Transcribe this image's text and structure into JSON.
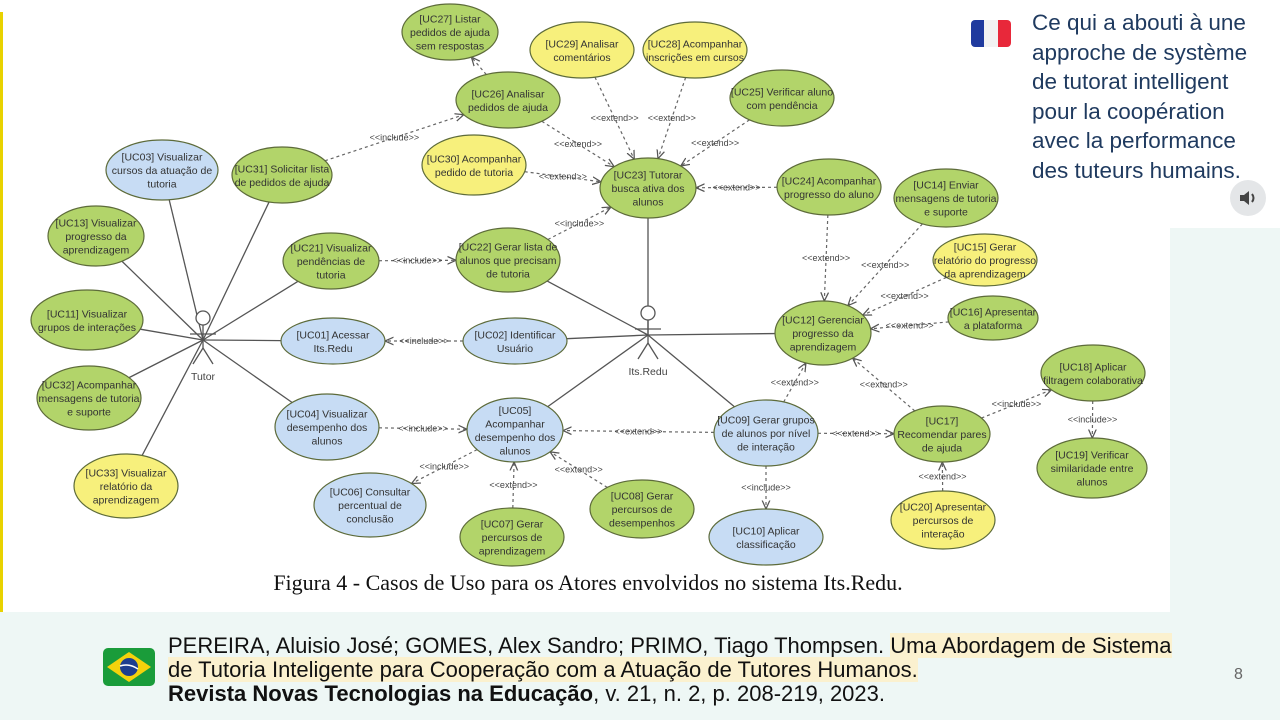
{
  "diagram": {
    "caption": "Figura 4 - Casos de Uso para os Atores envolvidos no sistema Its.Redu.",
    "colors": {
      "green": "#b2d46a",
      "yellow": "#f7f07c",
      "blue": "#c7dcf4",
      "stroke": "#5d6b3a",
      "line": "#555555"
    },
    "actors": [
      {
        "id": "tutor",
        "label": "Tutor"
      },
      {
        "id": "itsredu",
        "label": "Its.Redu"
      }
    ],
    "use_cases": [
      {
        "id": "UC27",
        "color": "green",
        "lines": [
          "[UC27] Listar",
          "pedidos de ajuda",
          "sem respostas"
        ]
      },
      {
        "id": "UC29",
        "color": "yellow",
        "lines": [
          "[UC29] Analisar",
          "comentários"
        ]
      },
      {
        "id": "UC28",
        "color": "yellow",
        "lines": [
          "[UC28] Acompanhar",
          "inscrições em cursos"
        ]
      },
      {
        "id": "UC26",
        "color": "green",
        "lines": [
          "[UC26] Analisar",
          "pedidos de ajuda"
        ]
      },
      {
        "id": "UC25",
        "color": "green",
        "lines": [
          "[UC25] Verificar aluno",
          "com pendência"
        ]
      },
      {
        "id": "UC30",
        "color": "yellow",
        "lines": [
          "[UC30] Acompanhar",
          "pedido de tutoria"
        ]
      },
      {
        "id": "UC03",
        "color": "blue",
        "lines": [
          "[UC03] Visualizar",
          "cursos da atuação de",
          "tutoria"
        ]
      },
      {
        "id": "UC31",
        "color": "green",
        "lines": [
          "[UC31] Solicitar lista",
          "de pedidos de ajuda"
        ]
      },
      {
        "id": "UC23",
        "color": "green",
        "lines": [
          "[UC23] Tutorar",
          "busca ativa dos",
          "alunos"
        ]
      },
      {
        "id": "UC24",
        "color": "green",
        "lines": [
          "[UC24] Acompanhar",
          "progresso do aluno"
        ]
      },
      {
        "id": "UC14",
        "color": "green",
        "lines": [
          "[UC14] Enviar",
          "mensagens de tutoria",
          "e suporte"
        ]
      },
      {
        "id": "UC13",
        "color": "green",
        "lines": [
          "[UC13] Visualizar",
          "progresso da",
          "aprendizagem"
        ]
      },
      {
        "id": "UC21",
        "color": "green",
        "lines": [
          "[UC21] Visualizar",
          "pendências de",
          "tutoria"
        ]
      },
      {
        "id": "UC22",
        "color": "green",
        "lines": [
          "[UC22] Gerar lista de",
          "alunos que precisam",
          "de tutoria"
        ]
      },
      {
        "id": "UC15",
        "color": "yellow",
        "lines": [
          "[UC15] Gerar",
          "relatório do progresso",
          "da aprendizagem"
        ]
      },
      {
        "id": "UC11",
        "color": "green",
        "lines": [
          "[UC11] Visualizar",
          "grupos de interações"
        ]
      },
      {
        "id": "UC16",
        "color": "green",
        "lines": [
          "[UC16] Apresentar",
          "a plataforma"
        ]
      },
      {
        "id": "UC12",
        "color": "green",
        "lines": [
          "[UC12] Gerenciar",
          "progresso da",
          "aprendizagem"
        ]
      },
      {
        "id": "UC01",
        "color": "blue",
        "lines": [
          "[UC01] Acessar",
          "Its.Redu"
        ]
      },
      {
        "id": "UC02",
        "color": "blue",
        "lines": [
          "[UC02] Identificar",
          "Usuário"
        ]
      },
      {
        "id": "UC18",
        "color": "green",
        "lines": [
          "[UC18] Aplicar",
          "filtragem colaborativa"
        ]
      },
      {
        "id": "UC32",
        "color": "green",
        "lines": [
          "[UC32] Acompanhar",
          "mensagens de tutoria",
          "e suporte"
        ]
      },
      {
        "id": "UC04",
        "color": "blue",
        "lines": [
          "[UC04] Visualizar",
          "desempenho dos",
          "alunos"
        ]
      },
      {
        "id": "UC05",
        "color": "blue",
        "lines": [
          "[UC05]",
          "Acompanhar",
          "desempenho dos",
          "alunos"
        ]
      },
      {
        "id": "UC09",
        "color": "blue",
        "lines": [
          "[UC09] Gerar grupos",
          "de alunos por nível",
          "de interação"
        ]
      },
      {
        "id": "UC17",
        "color": "green",
        "lines": [
          "[UC17]",
          "Recomendar pares",
          "de ajuda"
        ]
      },
      {
        "id": "UC19",
        "color": "green",
        "lines": [
          "[UC19] Verificar",
          "similaridade entre",
          "alunos"
        ]
      },
      {
        "id": "UC33",
        "color": "yellow",
        "lines": [
          "[UC33] Visualizar",
          "relatório da",
          "aprendizagem"
        ]
      },
      {
        "id": "UC06",
        "color": "blue",
        "lines": [
          "[UC06] Consultar",
          "percentual de",
          "conclusão"
        ]
      },
      {
        "id": "UC08",
        "color": "green",
        "lines": [
          "[UC08] Gerar",
          "percursos de",
          "desempenhos"
        ]
      },
      {
        "id": "UC07",
        "color": "green",
        "lines": [
          "[UC07] Gerar",
          "percursos de",
          "aprendizagem"
        ]
      },
      {
        "id": "UC10",
        "color": "blue",
        "lines": [
          "[UC10] Aplicar",
          "classificação"
        ]
      },
      {
        "id": "UC20",
        "color": "yellow",
        "lines": [
          "[UC20] Apresentar",
          "percursos de",
          "interação"
        ]
      }
    ],
    "associations": [
      [
        "tutor",
        "UC03"
      ],
      [
        "tutor",
        "UC31"
      ],
      [
        "tutor",
        "UC13"
      ],
      [
        "tutor",
        "UC21"
      ],
      [
        "tutor",
        "UC11"
      ],
      [
        "tutor",
        "UC01"
      ],
      [
        "tutor",
        "UC32"
      ],
      [
        "tutor",
        "UC04"
      ],
      [
        "tutor",
        "UC33"
      ],
      [
        "itsredu",
        "UC23"
      ],
      [
        "itsredu",
        "UC22"
      ],
      [
        "itsredu",
        "UC12"
      ],
      [
        "itsredu",
        "UC02"
      ],
      [
        "itsredu",
        "UC05"
      ],
      [
        "itsredu",
        "UC09"
      ]
    ],
    "dependencies": [
      {
        "from": "UC26",
        "to": "UC27",
        "label": ""
      },
      {
        "from": "UC31",
        "to": "UC26",
        "label": "<<include>>"
      },
      {
        "from": "UC26",
        "to": "UC23",
        "label": "<<extend>>"
      },
      {
        "from": "UC29",
        "to": "UC23",
        "label": "<<extend>>"
      },
      {
        "from": "UC28",
        "to": "UC23",
        "label": "<<extend>>"
      },
      {
        "from": "UC25",
        "to": "UC23",
        "label": "<<extend>>"
      },
      {
        "from": "UC30",
        "to": "UC23",
        "label": "<<extend>>"
      },
      {
        "from": "UC24",
        "to": "UC23",
        "label": "<<extend>>"
      },
      {
        "from": "UC22",
        "to": "UC23",
        "label": "<<include>>"
      },
      {
        "from": "UC21",
        "to": "UC22",
        "label": "<<include>>"
      },
      {
        "from": "UC24",
        "to": "UC12",
        "label": "<<extend>>"
      },
      {
        "from": "UC14",
        "to": "UC12",
        "label": "<<extend>>"
      },
      {
        "from": "UC15",
        "to": "UC12",
        "label": "<<extend>>"
      },
      {
        "from": "UC16",
        "to": "UC12",
        "label": "<<extend>>"
      },
      {
        "from": "UC09",
        "to": "UC12",
        "label": "<<extend>>"
      },
      {
        "from": "UC17",
        "to": "UC12",
        "label": "<<extend>>"
      },
      {
        "from": "UC02",
        "to": "UC01",
        "label": "<<include>>"
      },
      {
        "from": "UC04",
        "to": "UC05",
        "label": "<<include>>"
      },
      {
        "from": "UC09",
        "to": "UC05",
        "label": "<<extend>>"
      },
      {
        "from": "UC05",
        "to": "UC06",
        "label": "<<include>>"
      },
      {
        "from": "UC07",
        "to": "UC05",
        "label": "<<extend>>"
      },
      {
        "from": "UC08",
        "to": "UC05",
        "label": "<<extend>>"
      },
      {
        "from": "UC09",
        "to": "UC17",
        "label": "<<extend>>"
      },
      {
        "from": "UC09",
        "to": "UC10",
        "label": "<<include>>"
      },
      {
        "from": "UC17",
        "to": "UC18",
        "label": "<<include>>"
      },
      {
        "from": "UC18",
        "to": "UC19",
        "label": "<<include>>"
      },
      {
        "from": "UC20",
        "to": "UC17",
        "label": "<<extend>>"
      }
    ]
  },
  "translation": {
    "flag": "france-flag",
    "text": "Ce qui a abouti à une approche de système de tutorat intelligent pour la coopération avec la performance des tuteurs humains.",
    "speaker_icon": "speaker-icon"
  },
  "citation": {
    "flag": "brazil-flag",
    "authors": "PEREIRA, Aluisio José; GOMES, Alex Sandro; PRIMO, Tiago Thompsen. ",
    "title": "Uma Abordagem de Sistema de Tutoria Inteligente para Cooperação com a Atuação de Tutores Humanos.",
    "journal": "Revista Novas Tecnologias na Educação",
    "details": ", v. 21, n. 2, p. 208-219, 2023."
  },
  "page_number": "8"
}
